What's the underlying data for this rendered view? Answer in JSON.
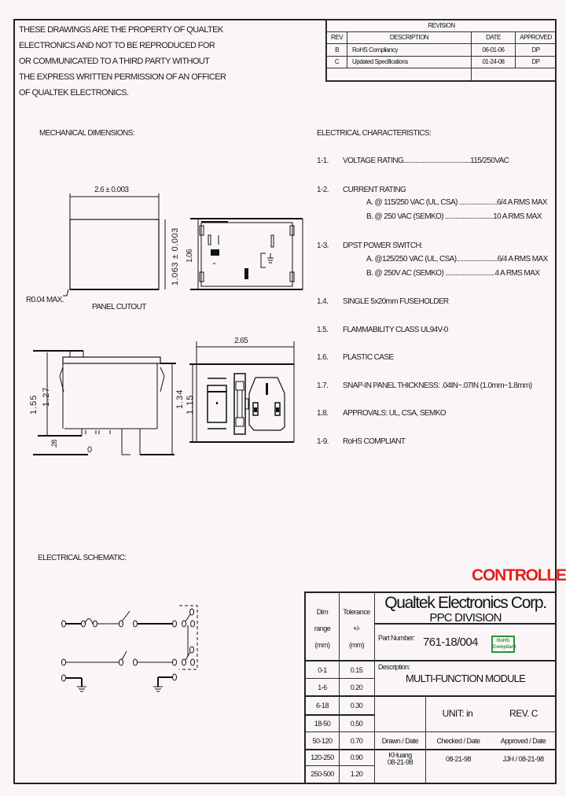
{
  "notice": {
    "lines": [
      "THESE DRAWINGS ARE THE PROPERTY OF QUALTEK",
      "ELECTRONICS AND NOT TO BE REPRODUCED FOR",
      "OR COMMUNICATED TO A THIRD PARTY WITHOUT",
      "THE EXPRESS WRITTEN PERMISSION OF AN OFFICER",
      "OF QUALTEK ELECTRONICS."
    ]
  },
  "revision": {
    "title": "REVISION",
    "headers": [
      "REV",
      "DESCRIPTION",
      "DATE",
      "APPROVED"
    ],
    "rows": [
      {
        "rev": "B",
        "description": "RoHS Compliancy",
        "date": "06-01-06",
        "approved": "DP"
      },
      {
        "rev": "C",
        "description": "Updated Specifications",
        "date": "01-24-08",
        "approved": "DP"
      },
      {
        "rev": "",
        "description": "",
        "date": "",
        "approved": ""
      }
    ]
  },
  "mechanical": {
    "heading": "MECHANICAL DIMENSIONS:",
    "panel_cutout_label": "PANEL CUTOUT",
    "cutout_width": "2.6 ± 0.003",
    "cutout_height": "1.063 ± 0.003",
    "corner_radius": "R0.04  MAX.",
    "front_height": "1.06",
    "side_height_outer": "1.55",
    "side_height_inner": "1.27",
    "side_offset": ".28",
    "side_zero": "0",
    "body_height": "1.34",
    "face_width": "2.65",
    "face_height": "1.15"
  },
  "electrical": {
    "heading": "ELECTRICAL CHARACTERISTICS:",
    "items": [
      {
        "num": "1-1.",
        "label": "VOLTAGE RATING.......................................115/250VAC",
        "sub": []
      },
      {
        "num": "1-2.",
        "label": "CURRENT RATING",
        "sub": [
          "A. @ 115/250 VAC (UL, CSA) ......................6/4  A  RMS  MAX",
          "B. @ 250 VAC (SEMKO) ............................10  A  RMS  MAX"
        ]
      },
      {
        "num": "1-3.",
        "label": "DPST POWER SWITCH:",
        "sub": [
          "A. @125/250 VAC (UL, CSA)........................6/4 A RMS MAX",
          "B. @ 250V AC (SEMKO) .............................4 A RMS MAX"
        ]
      },
      {
        "num": "1.4.",
        "label": "SINGLE 5x20mm FUSEHOLDER",
        "sub": []
      },
      {
        "num": "1.5.",
        "label": "FLAMMABILITY CLASS UL94V-0",
        "sub": []
      },
      {
        "num": "1.6.",
        "label": "PLASTIC CASE",
        "sub": []
      },
      {
        "num": "1.7.",
        "label": "SNAP-IN PANEL THICKNESS: .04IN~.07IN (1.0mm~1.8mm)",
        "sub": []
      },
      {
        "num": "1.8.",
        "label": "APPROVALS: UL, CSA, SEMKO",
        "sub": []
      },
      {
        "num": "1-9.",
        "label": "RoHS COMPLIANT",
        "sub": []
      }
    ]
  },
  "schematic": {
    "heading": "ELECTRICAL SCHEMATIC:"
  },
  "stamp": {
    "label": "CONTROLLED",
    "color": "#e2211c"
  },
  "title_block": {
    "dim_range_header": [
      "Dim",
      "range",
      "(mm)"
    ],
    "tolerance_header": [
      "Tolerance",
      "+/-",
      "(mm)"
    ],
    "tolerances": [
      {
        "range": "0-1",
        "tol": "0.15"
      },
      {
        "range": "1-6",
        "tol": "0.20"
      },
      {
        "range": "6-18",
        "tol": "0.30"
      },
      {
        "range": "18-50",
        "tol": "0.50"
      },
      {
        "range": "50-120",
        "tol": "0.70"
      },
      {
        "range": "120-250",
        "tol": "0.90"
      },
      {
        "range": "250-500",
        "tol": "1.20"
      }
    ],
    "company": "Qualtek Electronics Corp.",
    "division": "PPC  DIVISION",
    "part_number_label": "Part Number:",
    "part_number": "761-18/004",
    "rohs_badge": [
      "RoHS",
      "Compliant"
    ],
    "rohs_color": "#2c8f3a",
    "description_label": "Description:",
    "description": "MULTI-FUNCTION MODULE",
    "unit": "UNIT: in",
    "rev": "REV. C",
    "drawn_label": "Drawn / Date",
    "checked_label": "Checked / Date",
    "approved_label": "Approved / Date",
    "drawn_value": [
      "KHuang",
      "08-21-98"
    ],
    "checked_value": "08-21-98",
    "approved_value": "JJH / 08-21-98"
  }
}
